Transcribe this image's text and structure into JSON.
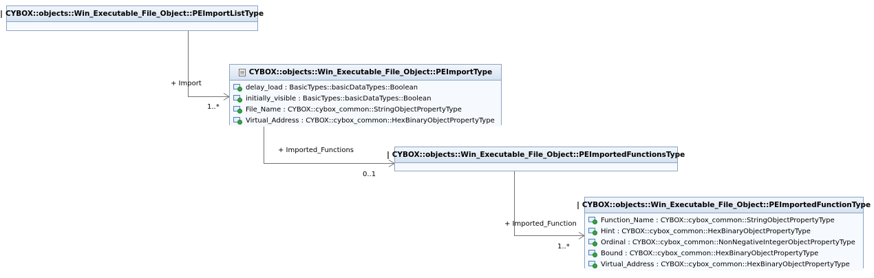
{
  "classes": {
    "pe_import_list": {
      "name": "CYBOX::objects::Win_Executable_File_Object::PEImportListType"
    },
    "pe_import": {
      "name": "CYBOX::objects::Win_Executable_File_Object::PEImportType",
      "attributes": [
        "delay_load : BasicTypes::basicDataTypes::Boolean",
        "initially_visible : BasicTypes::basicDataTypes::Boolean",
        "File_Name : CYBOX::cybox_common::StringObjectPropertyType",
        "Virtual_Address : CYBOX::cybox_common::HexBinaryObjectPropertyType"
      ]
    },
    "pe_imported_functions": {
      "name": "CYBOX::objects::Win_Executable_File_Object::PEImportedFunctionsType"
    },
    "pe_imported_function": {
      "name": "CYBOX::objects::Win_Executable_File_Object::PEImportedFunctionType",
      "attributes": [
        "Function_Name : CYBOX::cybox_common::StringObjectPropertyType",
        "Hint : CYBOX::cybox_common::HexBinaryObjectPropertyType",
        "Ordinal : CYBOX::cybox_common::NonNegativeIntegerObjectPropertyType",
        "Bound : CYBOX::cybox_common::HexBinaryObjectPropertyType",
        "Virtual_Address : CYBOX::cybox_common::HexBinaryObjectPropertyType"
      ]
    }
  },
  "associations": {
    "import": {
      "role": "+ Import",
      "multiplicity": "1..*"
    },
    "imported_functions": {
      "role": "+ Imported_Functions",
      "multiplicity": "0..1"
    },
    "imported_function": {
      "role": "+ Imported_Function",
      "multiplicity": "1..*"
    }
  },
  "colors": {
    "header_top": "#f2f6fb",
    "header_bottom": "#d6e2f0",
    "border": "#8aa2c2",
    "line": "#707070",
    "attr_icon_green": "#35a341"
  }
}
